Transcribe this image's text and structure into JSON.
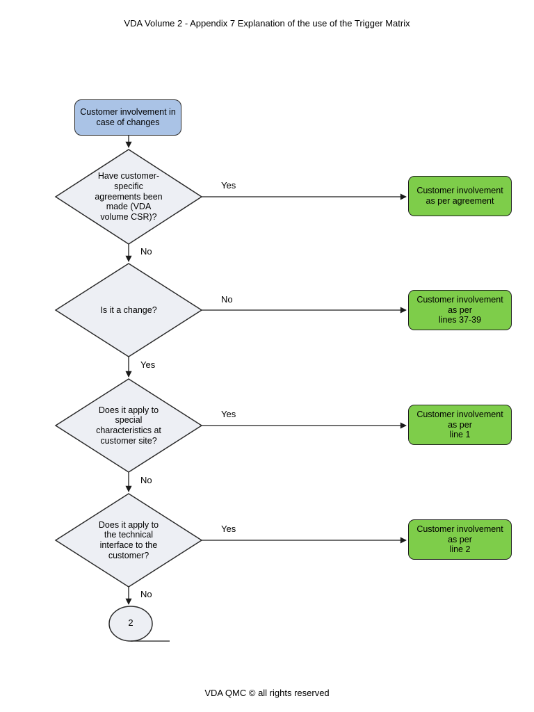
{
  "page": {
    "title": "VDA Volume 2 - Appendix 7 Explanation of the use of the Trigger Matrix",
    "footer": "VDA QMC © all rights reserved"
  },
  "colors": {
    "start_fill": "#aac3e6",
    "result_fill": "#7ecd4a",
    "decision_fill": "#edeff4",
    "line": "#1a1a1a"
  },
  "flowchart": {
    "start": {
      "label": "Customer involvement in\ncase of changes"
    },
    "decisions": [
      {
        "question": "Have customer-\nspecific\nagreements been\nmade (VDA\nvolume CSR)?",
        "side_label": "Yes",
        "result": "Customer involvement\nas per agreement",
        "down_label": "No"
      },
      {
        "question": "Is it a change?",
        "side_label": "No",
        "result": "Customer involvement\nas per\nlines 37-39",
        "down_label": "Yes"
      },
      {
        "question": "Does it apply to\nspecial\ncharacteristics at\ncustomer site?",
        "side_label": "Yes",
        "result": "Customer involvement\nas per\nline 1",
        "down_label": "No"
      },
      {
        "question": "Does it apply to\nthe technical\ninterface to the\ncustomer?",
        "side_label": "Yes",
        "result": "Customer involvement\nas per\nline 2",
        "down_label": "No"
      }
    ],
    "off_page_connector": {
      "label": "2"
    }
  }
}
